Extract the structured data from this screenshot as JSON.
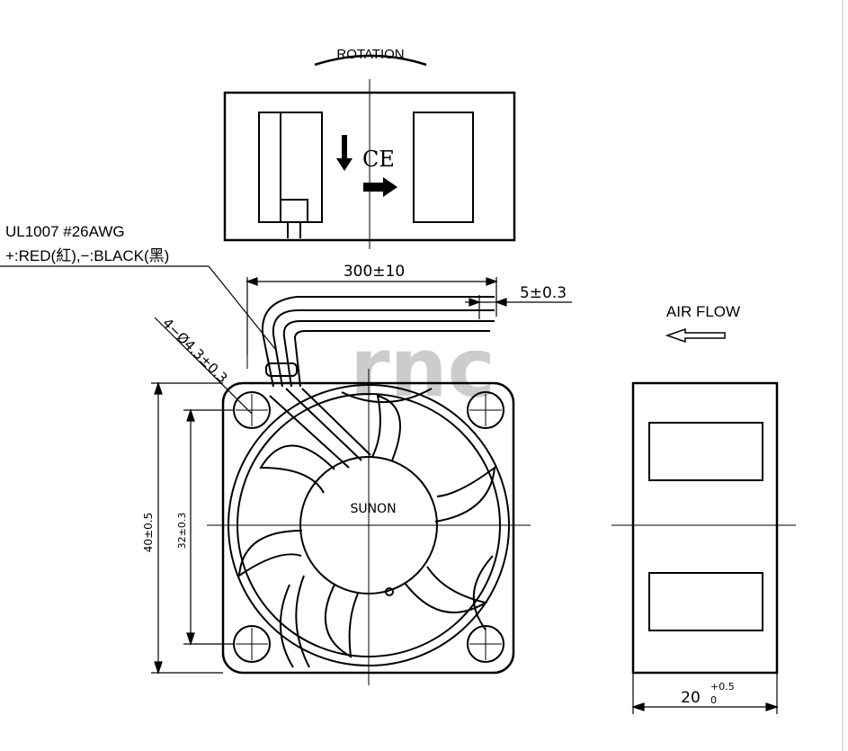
{
  "top_view": {
    "rotation_label": "ROTATION",
    "ce_mark": "CE"
  },
  "cable": {
    "spec_line1": "UL1007  #26AWG",
    "spec_line2": "+:RED(紅),−:BLACK(黑)"
  },
  "dimensions": {
    "lead_length": "300±10",
    "strip_length": "5±0.3",
    "mount_holes": "4−Ø4.3±0.3",
    "outer_size": "40±0.5",
    "hole_pitch": "32±0.3",
    "depth_base": "20",
    "depth_upper_tol": "+0.5",
    "depth_lower_tol": "0"
  },
  "front_view": {
    "hub_label": "SUNON"
  },
  "side_view": {
    "air_flow_label": "AIR FLOW"
  },
  "watermark": "rnc",
  "colors": {
    "line": "#000000",
    "watermark": "#c8c8c8",
    "border_right": "#dddddd"
  }
}
